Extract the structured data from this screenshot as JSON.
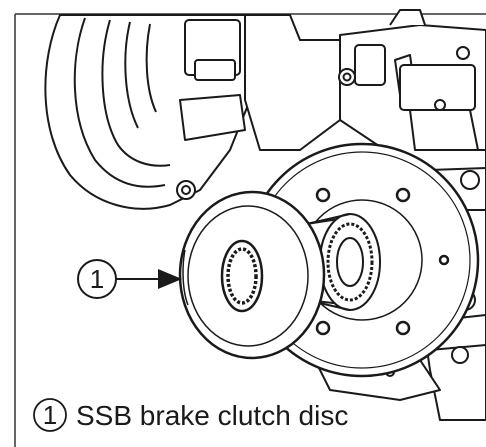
{
  "figure": {
    "callout_number": "1",
    "caption_number": "1",
    "caption_text": "SSB brake clutch disc"
  }
}
